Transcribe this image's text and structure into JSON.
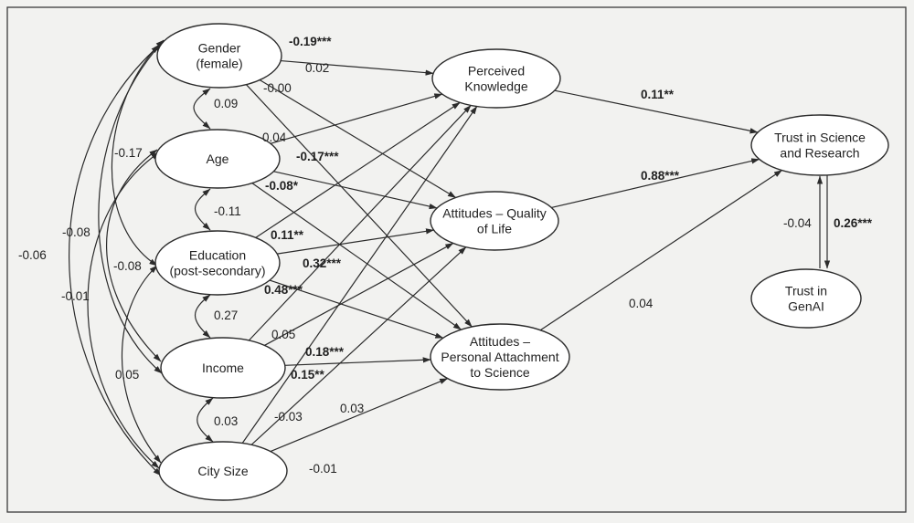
{
  "nodes": {
    "gender": {
      "lines": [
        "Gender",
        "(female)"
      ]
    },
    "age": {
      "lines": [
        "Age"
      ]
    },
    "education": {
      "lines": [
        "Education",
        "(post-secondary)"
      ]
    },
    "income": {
      "lines": [
        "Income"
      ]
    },
    "city_size": {
      "lines": [
        "City Size"
      ]
    },
    "perceived_knowledge": {
      "lines": [
        "Perceived",
        "Knowledge"
      ]
    },
    "quality_of_life": {
      "lines": [
        "Attitudes – Quality",
        "of Life"
      ]
    },
    "personal_attachment": {
      "lines": [
        "Attitudes –",
        "Personal Attachment",
        "to Science"
      ]
    },
    "trust_science": {
      "lines": [
        "Trust in Science",
        "and Research"
      ]
    },
    "trust_genai": {
      "lines": [
        "Trust in",
        "GenAI"
      ]
    }
  },
  "coefficients": [
    {
      "id": "gender_pk",
      "text": "-0.19***",
      "bold": true
    },
    {
      "id": "gender_qol",
      "text": "0.02",
      "bold": false
    },
    {
      "id": "gender_pa",
      "text": "-0.00",
      "bold": false
    },
    {
      "id": "gender_age_cov",
      "text": "0.09",
      "bold": false
    },
    {
      "id": "age_pk",
      "text": "0.04",
      "bold": false
    },
    {
      "id": "age_qol",
      "text": "-0.17***",
      "bold": true
    },
    {
      "id": "age_pa",
      "text": "-0.08*",
      "bold": true
    },
    {
      "id": "age_edu_cov",
      "text": "-0.11",
      "bold": false
    },
    {
      "id": "gender_edu_cov",
      "text": "-0.17",
      "bold": false
    },
    {
      "id": "gender_income_cov",
      "text": "-0.08",
      "bold": false
    },
    {
      "id": "gender_city_cov",
      "text": "-0.06",
      "bold": false
    },
    {
      "id": "age_income_cov",
      "text": "-0.08",
      "bold": false
    },
    {
      "id": "age_city_cov",
      "text": "-0.01",
      "bold": false
    },
    {
      "id": "edu_pk",
      "text": "0.11**",
      "bold": true
    },
    {
      "id": "edu_qol",
      "text": "0.32***",
      "bold": true
    },
    {
      "id": "edu_pa",
      "text": "0.48***",
      "bold": true
    },
    {
      "id": "edu_income_cov",
      "text": "0.27",
      "bold": false
    },
    {
      "id": "edu_city_cov",
      "text": "0.05",
      "bold": false
    },
    {
      "id": "income_pk",
      "text": "0.05",
      "bold": false
    },
    {
      "id": "income_qol",
      "text": "0.18***",
      "bold": true
    },
    {
      "id": "income_pa",
      "text": "0.15**",
      "bold": true
    },
    {
      "id": "income_city_cov",
      "text": "0.03",
      "bold": false
    },
    {
      "id": "city_pk",
      "text": "-0.03",
      "bold": false
    },
    {
      "id": "city_qol",
      "text": "0.03",
      "bold": false
    },
    {
      "id": "city_pa",
      "text": "-0.01",
      "bold": false
    },
    {
      "id": "pk_trust",
      "text": "0.11**",
      "bold": true
    },
    {
      "id": "qol_trust",
      "text": "0.88***",
      "bold": true
    },
    {
      "id": "pa_trust",
      "text": "0.04",
      "bold": false
    },
    {
      "id": "genai_trust",
      "text": "-0.04",
      "bold": false
    },
    {
      "id": "trust_genai",
      "text": "0.26***",
      "bold": true
    }
  ]
}
